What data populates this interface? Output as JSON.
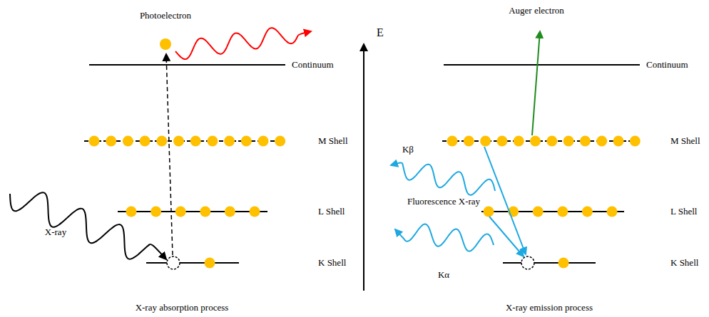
{
  "diagram": {
    "labels": [
      "Photoelectron",
      "E",
      "Continuum",
      "M Shell",
      "L Shell",
      "K Shell",
      "X-ray",
      "X-ray absorption process",
      "Auger electron",
      "Continuum",
      "M Shell",
      "Kβ",
      "Fluorescence X-ray",
      "L Shell",
      "Kα",
      "K Shell",
      "X-ray emission process"
    ]
  }
}
